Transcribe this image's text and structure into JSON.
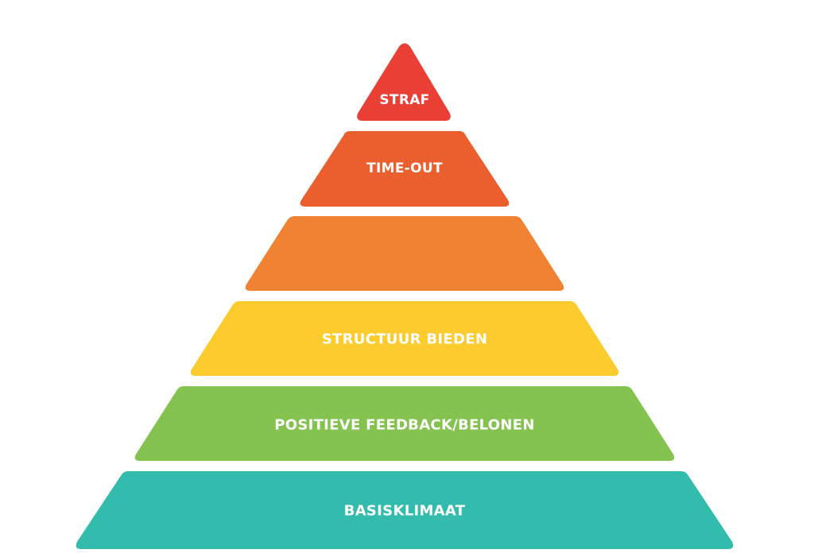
{
  "pyramid": {
    "tiers": [
      {
        "label": "STRAF",
        "color": "#EA3F34"
      },
      {
        "label": "TIME-OUT",
        "color": "#EB5F2E"
      },
      {
        "label": "",
        "color": "#EF8333"
      },
      {
        "label": "STRUCTUUR BIEDEN",
        "color": "#FCCB2E"
      },
      {
        "label": "POSITIEVE FEEDBACK/BELONEN",
        "color": "#85C351"
      },
      {
        "label": "BASISKLIMAAT",
        "color": "#33BCAE"
      }
    ]
  }
}
